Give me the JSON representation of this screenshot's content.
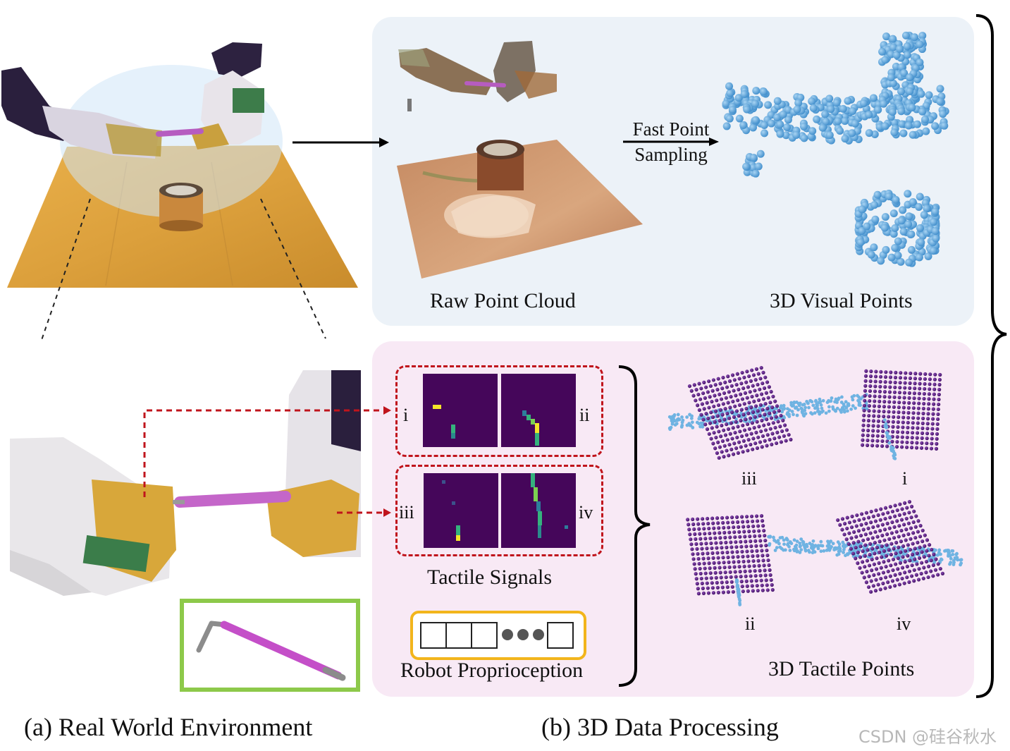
{
  "labels": {
    "fast_point_sampling_line1": "Fast Point",
    "fast_point_sampling_line2": "Sampling",
    "raw_point_cloud": "Raw Point Cloud",
    "visual_points": "3D Visual Points",
    "tactile_signals": "Tactile Signals",
    "robot_proprioception": "Robot Proprioception",
    "tactile_points": "3D Tactile Points"
  },
  "tactile_ids": {
    "i": "i",
    "ii": "ii",
    "iii": "iii",
    "iv": "iv"
  },
  "tactile_points_ids": {
    "top_left": "iii",
    "top_right": "i",
    "bottom_left": "ii",
    "bottom_right": "iv"
  },
  "captions": {
    "a": "(a) Real World Environment",
    "b": "(b) 3D Data Processing"
  },
  "watermark": "CSDN @硅谷秋水",
  "colors": {
    "top_panel": "#ecf2f8",
    "bottom_panel": "#f8e9f5",
    "visual_points": "#5aa6dc",
    "tactile_grid": "#5b1a87",
    "tactile_bg": "#45065a",
    "dashed_red": "#c0141c",
    "proprio_border": "#f2b51c",
    "tool_border": "#8dc94a"
  }
}
